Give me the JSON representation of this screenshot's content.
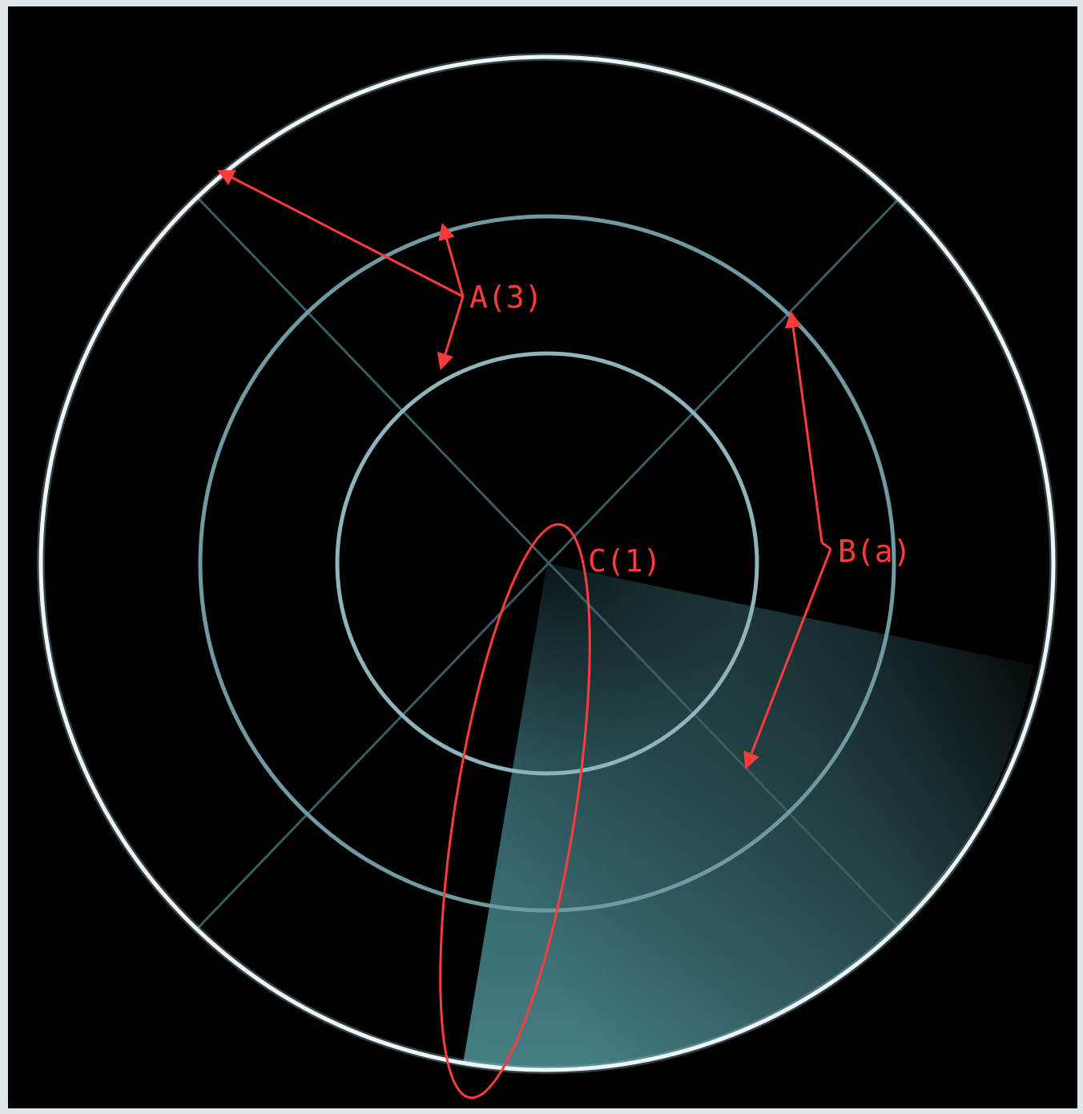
{
  "annotations": {
    "a": "A(3)",
    "b": "B(a)",
    "c": "C(1)"
  },
  "colors": {
    "background": "#000000",
    "frame": "#dfe6ea",
    "ring": "#8fb4bc",
    "outer_ring": "#eef5f7",
    "axis": "#3b5c63",
    "sweep": "#3f7a82",
    "annotation": "#ff3b3b"
  }
}
